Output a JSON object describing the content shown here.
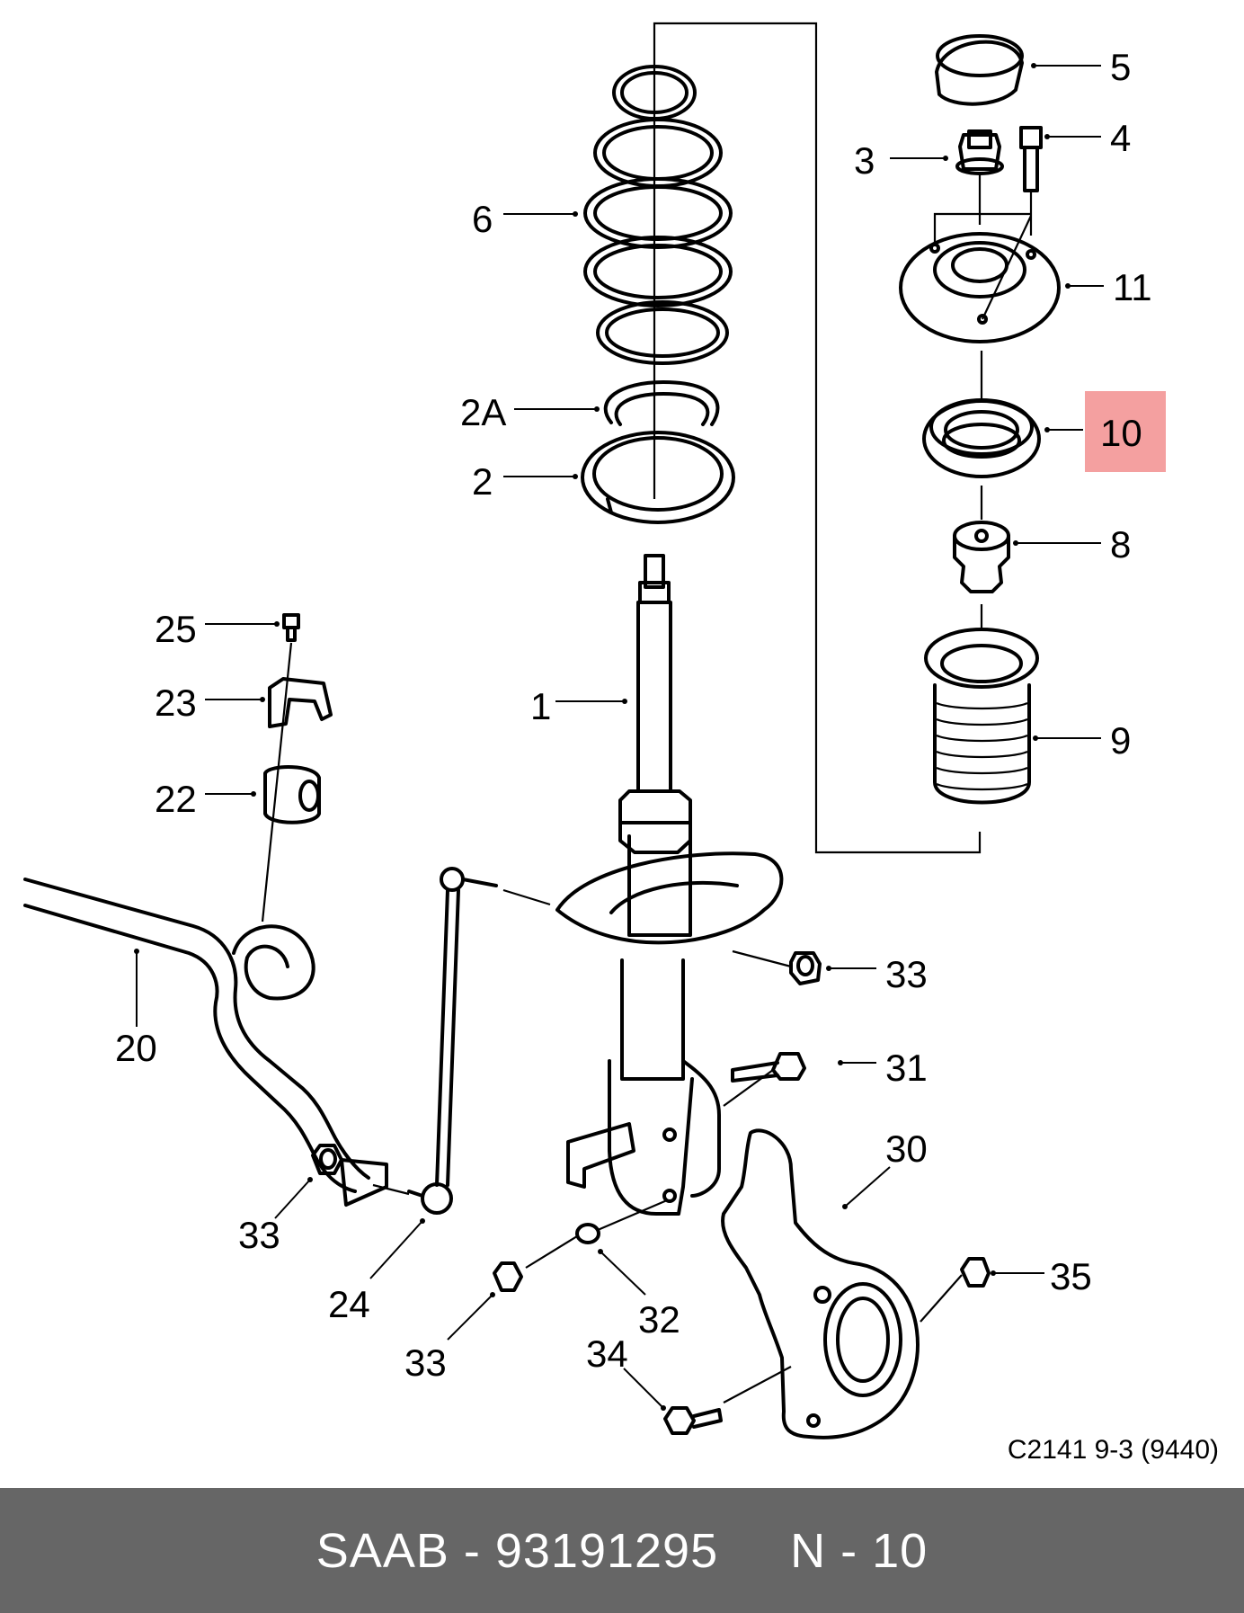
{
  "diagram": {
    "drawing_code": "C2141 9-3 (9440)",
    "highlight_color": "#f4a0a0",
    "callouts": {
      "p5": "5",
      "p4": "4",
      "p3": "3",
      "p11": "11",
      "p10": "10",
      "p8": "8",
      "p9": "9",
      "p6": "6",
      "p2a": "2A",
      "p2": "2",
      "p1": "1",
      "p25": "25",
      "p23": "23",
      "p22": "22",
      "p20": "20",
      "p33a": "33",
      "p31": "31",
      "p30": "30",
      "p33b": "33",
      "p24": "24",
      "p32": "32",
      "p33c": "33",
      "p35": "35",
      "p34": "34"
    }
  },
  "footer": {
    "brand": "SAAB",
    "separator": " - ",
    "part_number": "93191295",
    "gap": "     ",
    "position_prefix": "N",
    "position": "10"
  }
}
